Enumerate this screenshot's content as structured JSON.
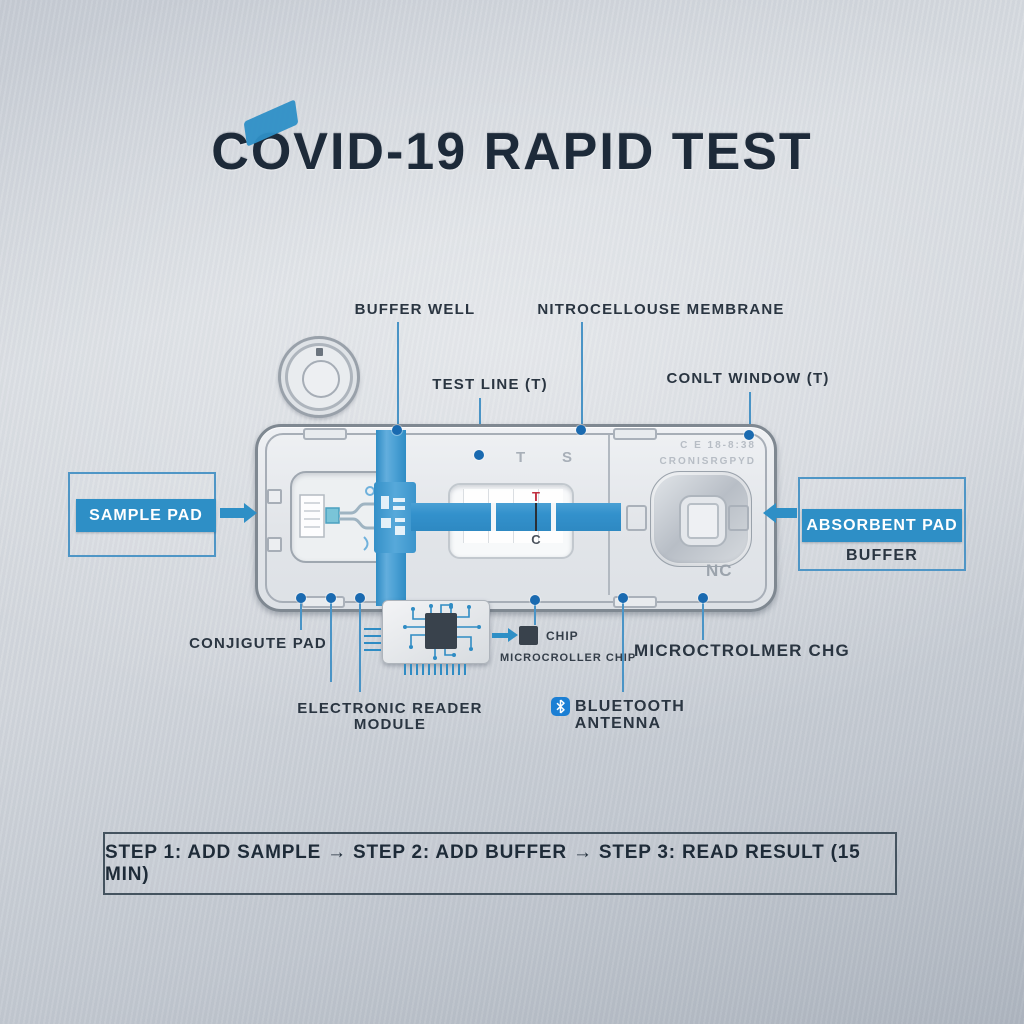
{
  "title": {
    "text": "COVID-19 RAPID TEST"
  },
  "colors": {
    "accent_blue": "#2e8fc6",
    "callout_dot_blue": "#1a6ab0",
    "title_navy": "#1d2a39",
    "label_dark": "#2a3541",
    "test_line_red": "#c03040"
  },
  "icons": {
    "bluetooth": "bluetooth-icon",
    "arrow_right": "arrow-right-icon",
    "arrow_left": "arrow-left-icon",
    "chip_arrow": "arrow-right-icon",
    "vial_cap": "vial-cap-top-icon",
    "microcontroller": "microcontroller-chip-icon"
  },
  "callouts": {
    "buffer_well": "BUFFER WELL",
    "nitrocellouse_membrane": "NITROCELLOUSE MEMBRANE",
    "test_line": "TEST LINE (T)",
    "conlt_window": "CONLT WINDOW (T)",
    "sample_pad": "SAMPLE PAD",
    "absorbent_pad": "ABSORBENT PAD",
    "buffer": "BUFFER",
    "conjigute_pad": "CONJIGUTE PAD",
    "electronic_reader_line1": "ELECTRONIC READER",
    "electronic_reader_line2": "MODULE",
    "chip": "CHIP",
    "microcroller_chip": "MICROCROLLER CHIP",
    "microctrolmer": "MICROCTROLMER CHG",
    "bluetooth_line1": "BLUETOOTH",
    "bluetooth_line2": "ANTENNA"
  },
  "device_markings": {
    "t_mark_top": "T",
    "s_mark_top": "S",
    "serial_line1": "C E 18-8:38",
    "serial_line2": "CRONISRGPYD",
    "test_mark": "T",
    "control_mark": "C",
    "nc_mark": "NC"
  },
  "steps": {
    "text": "STEP 1: ADD SAMPLE → STEP 2: ADD BUFFER → STEP 3: READ RESULT (15 MIN)"
  }
}
